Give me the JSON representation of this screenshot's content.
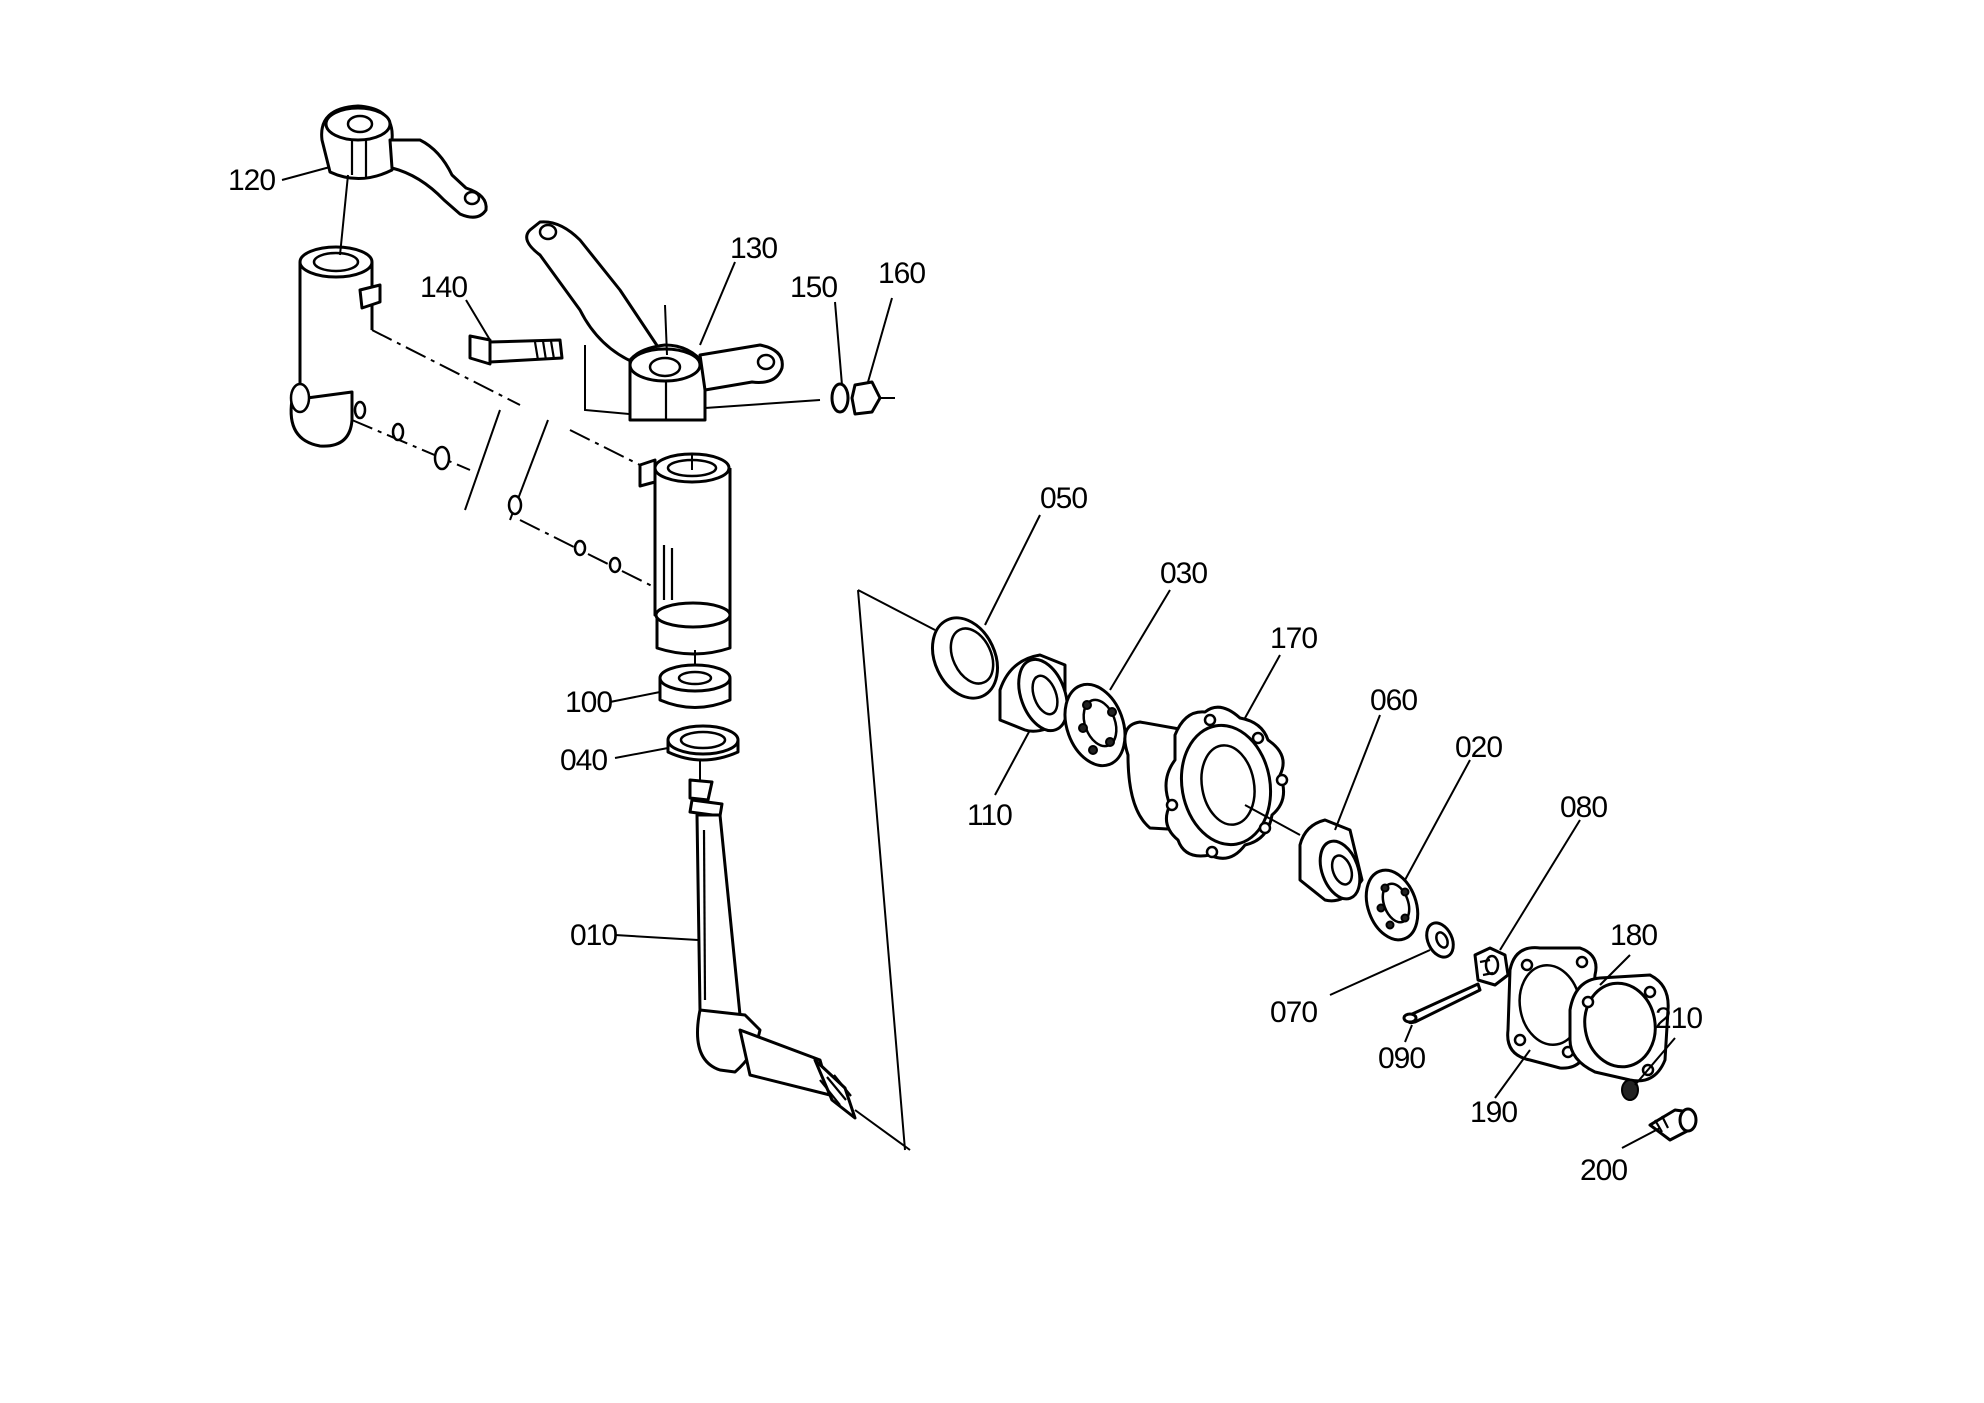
{
  "labels": {
    "p010": "010",
    "p020": "020",
    "p030": "030",
    "p040": "040",
    "p050": "050",
    "p060": "060",
    "p070": "070",
    "p080": "080",
    "p090": "090",
    "p100": "100",
    "p110": "110",
    "p120": "120",
    "p130": "130",
    "p140": "140",
    "p150": "150",
    "p160": "160",
    "p170": "170",
    "p180": "180",
    "p190": "190",
    "p200": "200",
    "p210": "210"
  }
}
